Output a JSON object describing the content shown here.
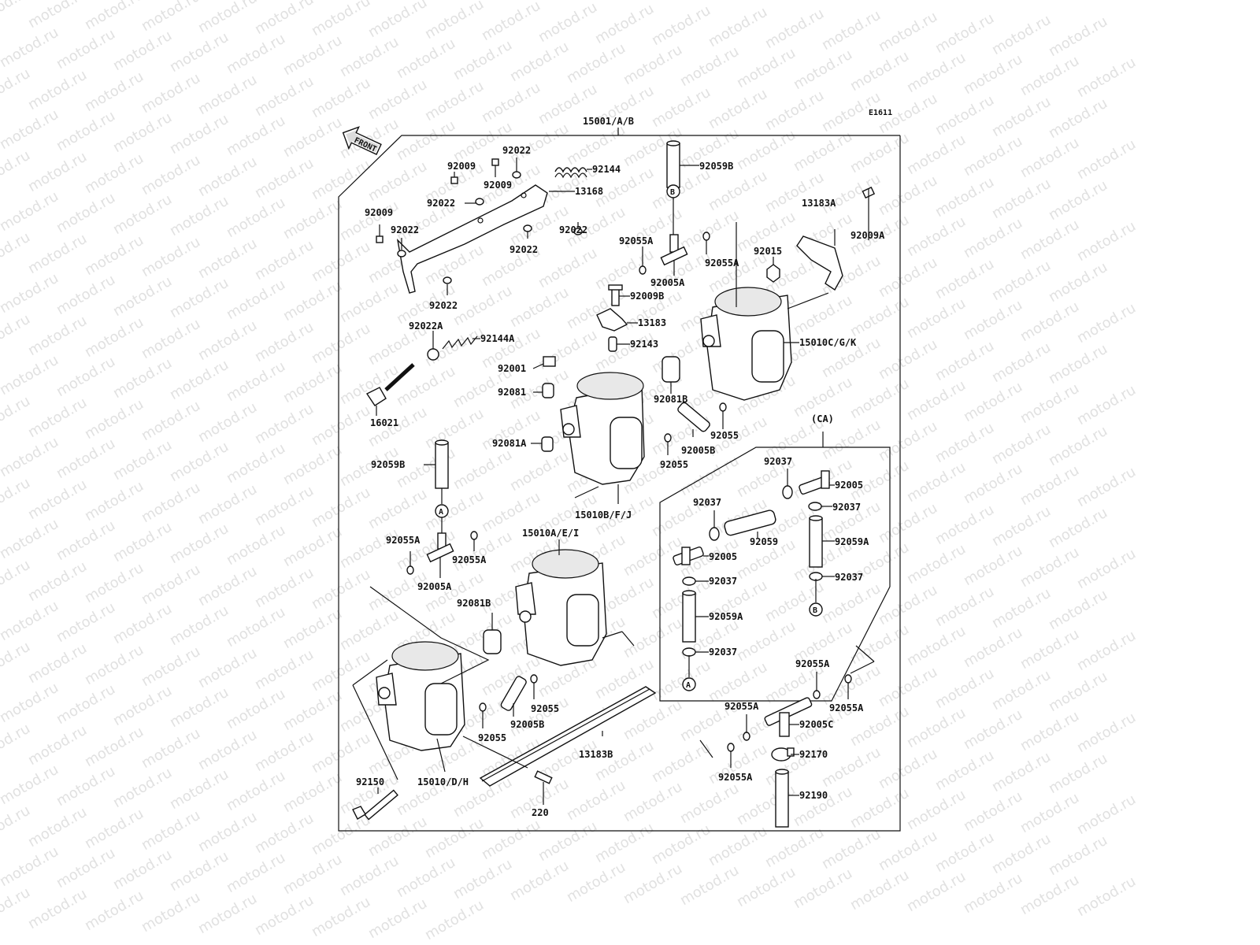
{
  "watermark": "motod.ru",
  "diagram_code": "E1611",
  "assembly_label": "15001/A/B",
  "front_label": "FRONT",
  "subassembly_label": "(CA)",
  "callouts": {
    "c92022_top": "92022",
    "c92009_a": "92009",
    "c92144": "92144",
    "c92009_b": "92009",
    "c13168": "13168",
    "c92022_b": "92022",
    "c92009_c": "92009",
    "c92022_c": "92022",
    "c92022_d": "92022",
    "c92022_e": "92022",
    "c92022_f": "92022",
    "c92059B_top": "92059B",
    "c13183A": "13183A",
    "c92009A": "92009A",
    "c92055A_1": "92055A",
    "c92055A_2": "92055A",
    "c92015": "92015",
    "c92005A_top": "92005A",
    "c92009B": "92009B",
    "c13183": "13183",
    "c92143": "92143",
    "c15010CGK": "15010C/G/K",
    "c92022A": "92022A",
    "c92144A": "92144A",
    "c92001": "92001",
    "c92081": "92081",
    "c92081B_top": "92081B",
    "c16021": "16021",
    "c92055_mid": "92055",
    "c92005B_mid": "92005B",
    "c92081A": "92081A",
    "c92055_mid2": "92055",
    "c92059B_left": "92059B",
    "c15010BFJ": "15010B/F/J",
    "c92055A_left": "92055A",
    "c92055A_left2": "92055A",
    "c92005A_left": "92005A",
    "c15010AEI": "15010A/E/I",
    "c92081B_low": "92081B",
    "c92037_1": "92037",
    "c92005_1": "92005",
    "c92037_2": "92037",
    "c92037_3": "92037",
    "c92059": "92059",
    "c92059A_1": "92059A",
    "c92005_2": "92005",
    "c92037_4": "92037",
    "c92037_5": "92037",
    "c92059A_2": "92059A",
    "c92037_6": "92037",
    "c92055_low": "92055",
    "c92005B_low": "92005B",
    "c92055_low2": "92055",
    "c13183B": "13183B",
    "c92055A_r1": "92055A",
    "c92055A_r2": "92055A",
    "c92055A_r3": "92055A",
    "c92005C": "92005C",
    "c92170": "92170",
    "c92055A_r4": "92055A",
    "c92190": "92190",
    "c92150": "92150",
    "c15010DH": "15010/D/H",
    "c220": "220"
  },
  "connectors": {
    "b_top": "B",
    "a_left": "A",
    "b_right": "B",
    "a_right": "A"
  }
}
